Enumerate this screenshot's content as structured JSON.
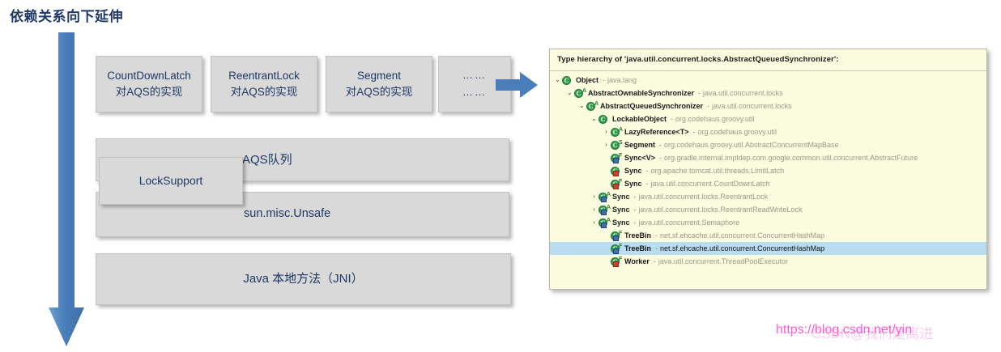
{
  "page": {
    "title": "依赖关系向下延伸"
  },
  "icons": {
    "down_arrow": "down-arrow-icon",
    "right_arrow": "right-arrow-icon"
  },
  "diagram": {
    "implementation_boxes": [
      {
        "line1": "CountDownLatch",
        "line2": "对AQS的实现"
      },
      {
        "line1": "ReentrantLock",
        "line2": "对AQS的实现"
      },
      {
        "line1": "Segment",
        "line2": "对AQS的实现"
      }
    ],
    "ellipsis_box": {
      "line1": "……",
      "line2": "……"
    },
    "aqs_queue_label": "AQS队列",
    "unsafe_label": "sun.misc.Unsafe",
    "lock_support_label": "LockSupport",
    "jni_label": "Java 本地方法（JNI）",
    "box_fill": "#d9d9d9",
    "text_color": "#1f3864",
    "arrow_color": "#4a7ebb"
  },
  "hierarchy": {
    "header": "Type hierarchy of 'java.util.concurrent.locks.AbstractQueuedSynchronizer':",
    "panel_bg": "#fbfbe0",
    "selection_bg": "#b9dcf0",
    "rows": [
      {
        "indent": 0,
        "twisty": "v",
        "sup": "",
        "mark": "",
        "name": "Object",
        "pkg": "java.lang",
        "selected": false
      },
      {
        "indent": 1,
        "twisty": "v",
        "sup": "A",
        "mark": "",
        "name": "AbstractOwnableSynchronizer",
        "pkg": "java.util.concurrent.locks",
        "selected": false
      },
      {
        "indent": 2,
        "twisty": "v",
        "sup": "A",
        "mark": "",
        "name": "AbstractQueuedSynchronizer",
        "pkg": "java.util.concurrent.locks",
        "selected": false
      },
      {
        "indent": 3,
        "twisty": "v",
        "sup": "",
        "mark": "",
        "name": "LockableObject",
        "pkg": "org.codehaus.groovy.util",
        "selected": false
      },
      {
        "indent": 4,
        "twisty": ">",
        "sup": "A",
        "mark": "",
        "name": "LazyReference<T>",
        "pkg": "org.codehaus.groovy.util",
        "selected": false
      },
      {
        "indent": 4,
        "twisty": ">",
        "sup": "S",
        "mark": "",
        "name": "Segment",
        "pkg": "org.codehaus.groovy.util.AbstractConcurrentMapBase",
        "selected": false
      },
      {
        "indent": 4,
        "twisty": "",
        "sup": "F",
        "mark": "blue",
        "name": "Sync<V>",
        "pkg": "org.gradle.internal.impldep.com.google.common.util.concurrent.AbstractFuture",
        "selected": false
      },
      {
        "indent": 4,
        "twisty": "",
        "sup": "",
        "mark": "red",
        "name": "Sync",
        "pkg": "org.apache.tomcat.util.threads.LimitLatch",
        "selected": false
      },
      {
        "indent": 4,
        "twisty": "",
        "sup": "F",
        "mark": "red",
        "name": "Sync",
        "pkg": "java.util.concurrent.CountDownLatch",
        "selected": false
      },
      {
        "indent": 3,
        "twisty": ">",
        "sup": "A",
        "mark": "blue",
        "name": "Sync",
        "pkg": "java.util.concurrent.locks.ReentrantLock",
        "selected": false
      },
      {
        "indent": 3,
        "twisty": ">",
        "sup": "A",
        "mark": "blue",
        "name": "Sync",
        "pkg": "java.util.concurrent.locks.ReentrantReadWriteLock",
        "selected": false
      },
      {
        "indent": 3,
        "twisty": ">",
        "sup": "A",
        "mark": "blue",
        "name": "Sync",
        "pkg": "java.util.concurrent.Semaphore",
        "selected": false
      },
      {
        "indent": 4,
        "twisty": "",
        "sup": "F",
        "mark": "blue",
        "name": "TreeBin",
        "pkg": "net.sf.ehcache.util.concurrent.ConcurrentHashMap",
        "selected": false
      },
      {
        "indent": 4,
        "twisty": "",
        "sup": "F",
        "mark": "blue",
        "name": "TreeBin",
        "pkg": "net.sf.ehcache.util.concurrent.ConcurrentHashMap",
        "selected": true
      },
      {
        "indent": 4,
        "twisty": "",
        "sup": "F",
        "mark": "red",
        "name": "Worker",
        "pkg": "java.util.concurrent.ThreadPoolExecutor",
        "selected": false
      }
    ]
  },
  "watermark": {
    "url": "https://blog.csdn.net/yin",
    "overlay": "CSDN@我们是离进",
    "url_color": "#ff40d0"
  }
}
